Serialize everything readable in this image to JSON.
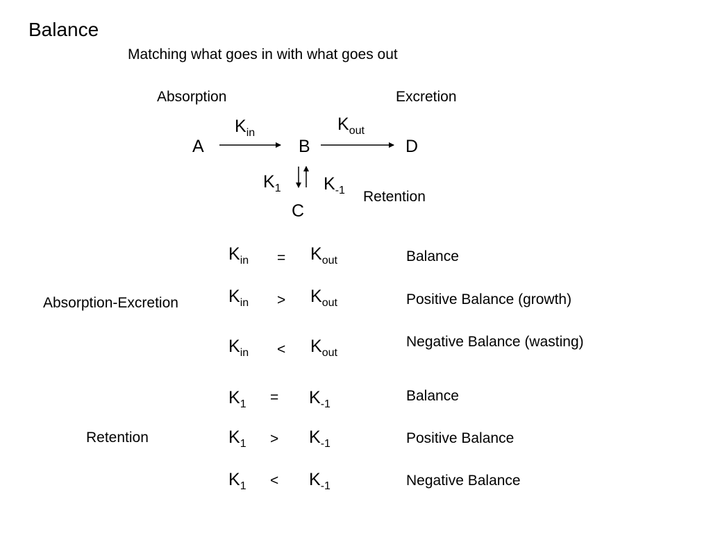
{
  "title": "Balance",
  "subtitle": "Matching what goes in with what goes out",
  "diagram": {
    "absorption_label": "Absorption",
    "excretion_label": "Excretion",
    "retention_label": "Retention",
    "nodes": {
      "a": "A",
      "b": "B",
      "c": "C",
      "d": "D"
    },
    "rates": {
      "kin": {
        "base": "K",
        "sub": "in"
      },
      "kout": {
        "base": "K",
        "sub": "out"
      },
      "k1": {
        "base": "K",
        "sub": "1"
      },
      "kneg1": {
        "base": "K",
        "sub": "-1"
      }
    }
  },
  "tables": {
    "absorption_excretion": {
      "label": "Absorption-Excretion",
      "rows": [
        {
          "left": {
            "base": "K",
            "sub": "in"
          },
          "op": "=",
          "right": {
            "base": "K",
            "sub": "out"
          },
          "result": "Balance"
        },
        {
          "left": {
            "base": "K",
            "sub": "in"
          },
          "op": ">",
          "right": {
            "base": "K",
            "sub": "out"
          },
          "result": "Positive Balance (growth)"
        },
        {
          "left": {
            "base": "K",
            "sub": "in"
          },
          "op": "<",
          "right": {
            "base": "K",
            "sub": "out"
          },
          "result": "Negative Balance (wasting)"
        }
      ]
    },
    "retention": {
      "label": "Retention",
      "rows": [
        {
          "left": {
            "base": "K",
            "sub": "1"
          },
          "op": "=",
          "right": {
            "base": "K",
            "sub": "-1"
          },
          "result": "Balance"
        },
        {
          "left": {
            "base": "K",
            "sub": "1"
          },
          "op": ">",
          "right": {
            "base": "K",
            "sub": "-1"
          },
          "result": "Positive Balance"
        },
        {
          "left": {
            "base": "K",
            "sub": "1"
          },
          "op": "<",
          "right": {
            "base": "K",
            "sub": "-1"
          },
          "result": "Negative Balance"
        }
      ]
    }
  }
}
